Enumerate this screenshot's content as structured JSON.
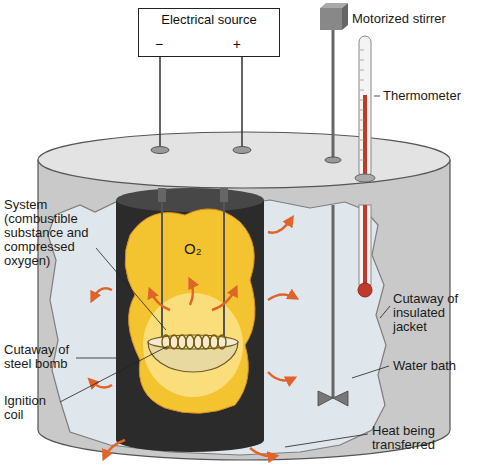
{
  "diagram": {
    "nodes": [
      {
        "text": [
          "Electrical source",
          "−",
          "+"
        ]
      }
    ],
    "labels": [
      "Motorized stirrer",
      "Thermometer",
      "System (combustible substance and compressed oxygen)",
      "O₂",
      "Cutaway of insulated jacket",
      "Cutaway of steel bomb",
      "Water bath",
      "Ignition coil",
      "Heat being transferred"
    ]
  }
}
